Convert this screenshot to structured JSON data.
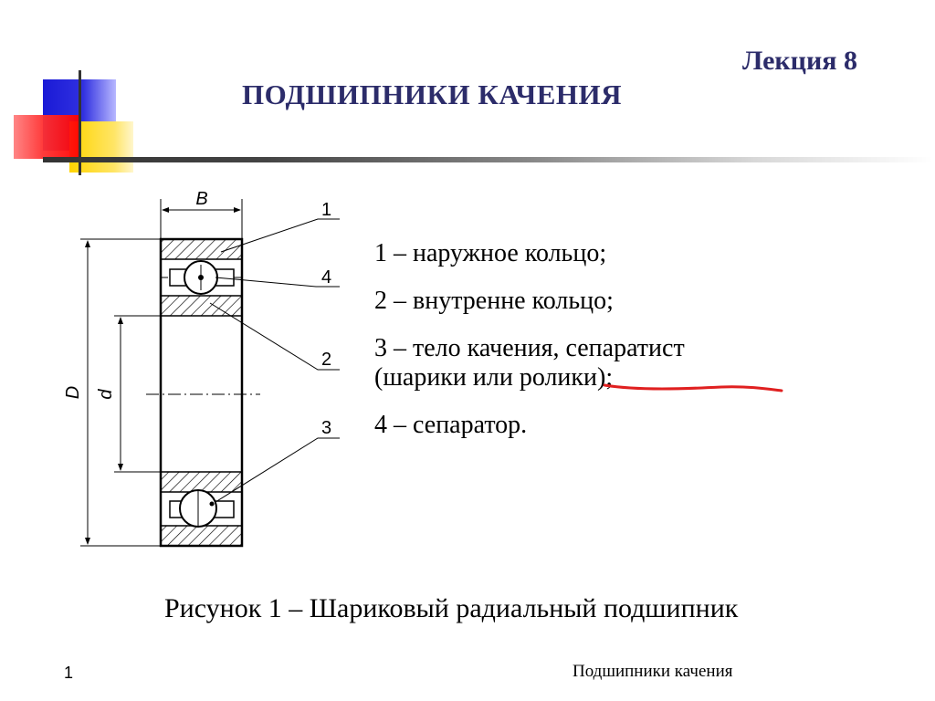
{
  "slide": {
    "lecture_label": "Лекция 8",
    "title": "ПОДШИПНИКИ КАЧЕНИЯ"
  },
  "drawing": {
    "dim_B": "B",
    "dim_D": "D",
    "dim_d": "d",
    "callouts": [
      "1",
      "4",
      "2",
      "3"
    ]
  },
  "legend": {
    "items": [
      "1 – наружное кольцо;",
      "2 – внутренне кольцо;",
      "3 – тело качения, сепаратист",
      "(шарики или ролики);",
      "4 – сепаратор."
    ],
    "underline_color": "#e02020"
  },
  "caption": "Рисунок 1 – Шариковый радиальный подшипник",
  "footer": {
    "slide_number": "1",
    "text": "Подшипники качения"
  }
}
